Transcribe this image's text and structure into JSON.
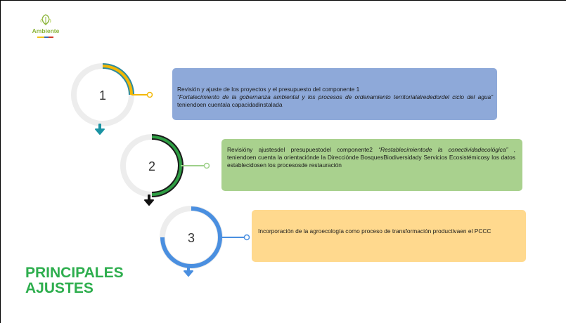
{
  "brand": {
    "logo_text": "Ambiente",
    "colors": {
      "green": "#8bb43a",
      "yellow": "#f2c418",
      "red": "#d0392b",
      "blue": "#3a6fb8"
    }
  },
  "title": {
    "line1": "PRINCIPALES",
    "line2": "AJUSTES",
    "color": "#2eae4e"
  },
  "steps": [
    {
      "number": "1",
      "arc_color": "#f2b705",
      "arc_inner_color": "#2e8b9e",
      "arrow_color": "#1a93a3",
      "box_color": "#8ea9d9",
      "text_a": "Revisión y ajuste de los proyectos y el presupuesto  del componente 1",
      "text_b": "“Fortalecimiento de la gobernanza ambiental y los procesos de ordenamiento territorialalrededordel ciclo del agua”",
      "text_c": " teniendoen cuentala capacidadinstalada"
    },
    {
      "number": "2",
      "arc_color": "#2f9e44",
      "arc_inner_color": "#1a1a1a",
      "arrow_color": "#111111",
      "box_color": "#a9d18e",
      "text_a": "Revisióny ajustesdel presupuestodel componente2 ",
      "text_b": " “Restablecimientode la conectividadecológica”",
      "text_c": " ,  teniendoen cuenta la orientaciónde la Direcciónde BosquesBiodiversidady Servicios Ecosistémicosy los datos establecidosen los procesosde restauración"
    },
    {
      "number": "3",
      "arc_color": "#4a8fe0",
      "arc_inner_color": "#4a8fe0",
      "arrow_color": "#4a8fe0",
      "box_color": "#ffd98e",
      "text_a": "Incorporación de la agroecología como proceso de transformación productivaen el PCCC",
      "text_b": "",
      "text_c": ""
    }
  ]
}
